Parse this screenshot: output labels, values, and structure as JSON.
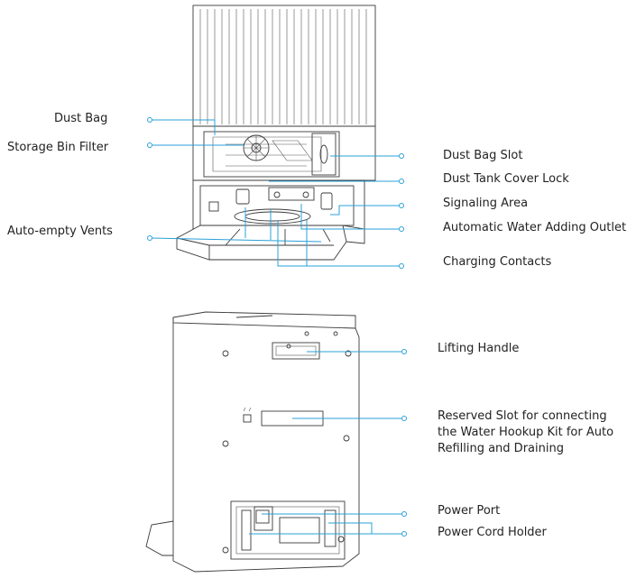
{
  "top_device": {
    "labels_left": [
      {
        "id": "dust-bag",
        "text": "Dust Bag"
      },
      {
        "id": "storage-bin-filter",
        "text": "Storage Bin Filter"
      },
      {
        "id": "auto-empty-vents",
        "text": "Auto-empty Vents"
      }
    ],
    "labels_right": [
      {
        "id": "dust-bag-slot",
        "text": "Dust Bag Slot"
      },
      {
        "id": "dust-tank-cover-lock",
        "text": "Dust Tank Cover Lock"
      },
      {
        "id": "signaling-area",
        "text": "Signaling Area"
      },
      {
        "id": "automatic-water-adding-outlet",
        "text": "Automatic Water Adding Outlet"
      },
      {
        "id": "charging-contacts",
        "text": "Charging Contacts"
      }
    ]
  },
  "bottom_device": {
    "labels_right": [
      {
        "id": "lifting-handle",
        "text": "Lifting Handle"
      },
      {
        "id": "reserved-slot",
        "text": "Reserved Slot for connecting\nthe Water Hookup Kit for Auto\nRefilling and Draining"
      },
      {
        "id": "power-port",
        "text": "Power Port"
      },
      {
        "id": "power-cord-holder",
        "text": "Power Cord Holder"
      }
    ]
  },
  "colors": {
    "leader": "#2aa0d8",
    "outline": "#3a3a3a",
    "text": "#222222"
  }
}
